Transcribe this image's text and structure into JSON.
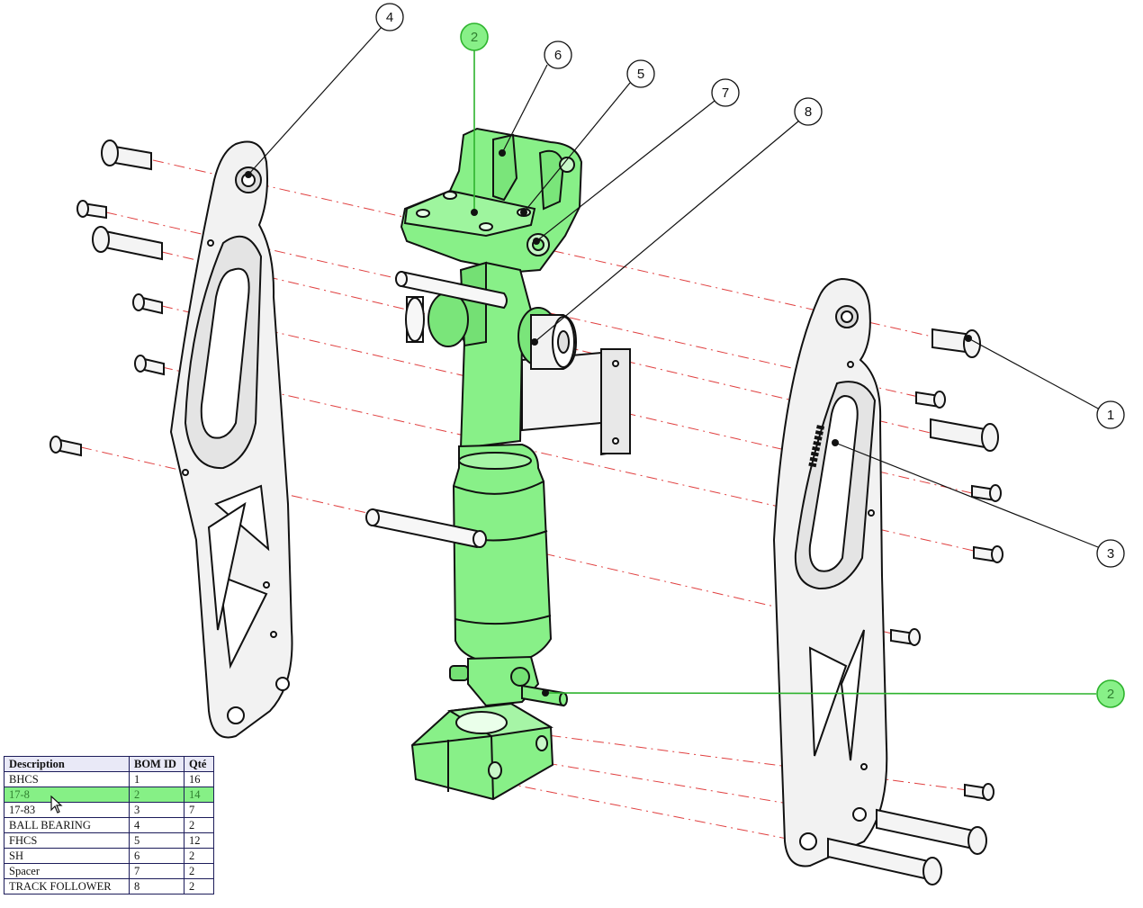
{
  "callouts": [
    {
      "id": "4",
      "highlighted": false
    },
    {
      "id": "2",
      "highlighted": true
    },
    {
      "id": "6",
      "highlighted": false
    },
    {
      "id": "5",
      "highlighted": false
    },
    {
      "id": "7",
      "highlighted": false
    },
    {
      "id": "8",
      "highlighted": false
    },
    {
      "id": "1",
      "highlighted": false
    },
    {
      "id": "3",
      "highlighted": false
    },
    {
      "id": "2",
      "highlighted": true
    }
  ],
  "bom": {
    "headers": {
      "description": "Description",
      "bom_id": "BOM ID",
      "qty": "Qté"
    },
    "rows": [
      {
        "description": "BHCS",
        "bom_id": "1",
        "qty": "16"
      },
      {
        "description": "17-8",
        "bom_id": "2",
        "qty": "14"
      },
      {
        "description": "17-83",
        "bom_id": "3",
        "qty": "7"
      },
      {
        "description": "BALL BEARING",
        "bom_id": "4",
        "qty": "2"
      },
      {
        "description": "FHCS",
        "bom_id": "5",
        "qty": "12"
      },
      {
        "description": "SH",
        "bom_id": "6",
        "qty": "2"
      },
      {
        "description": "Spacer",
        "bom_id": "7",
        "qty": "2"
      },
      {
        "description": "TRACK FOLLOWER",
        "bom_id": "8",
        "qty": "2"
      }
    ],
    "selected_row": 1
  },
  "colors": {
    "highlight_fill": "#88f088",
    "highlight_stroke": "#2db32d",
    "explode_line": "#e04040",
    "outline": "#111111",
    "plate_fill": "#f0f0f0"
  },
  "icons": {
    "cursor": "arrow-cursor-icon"
  }
}
